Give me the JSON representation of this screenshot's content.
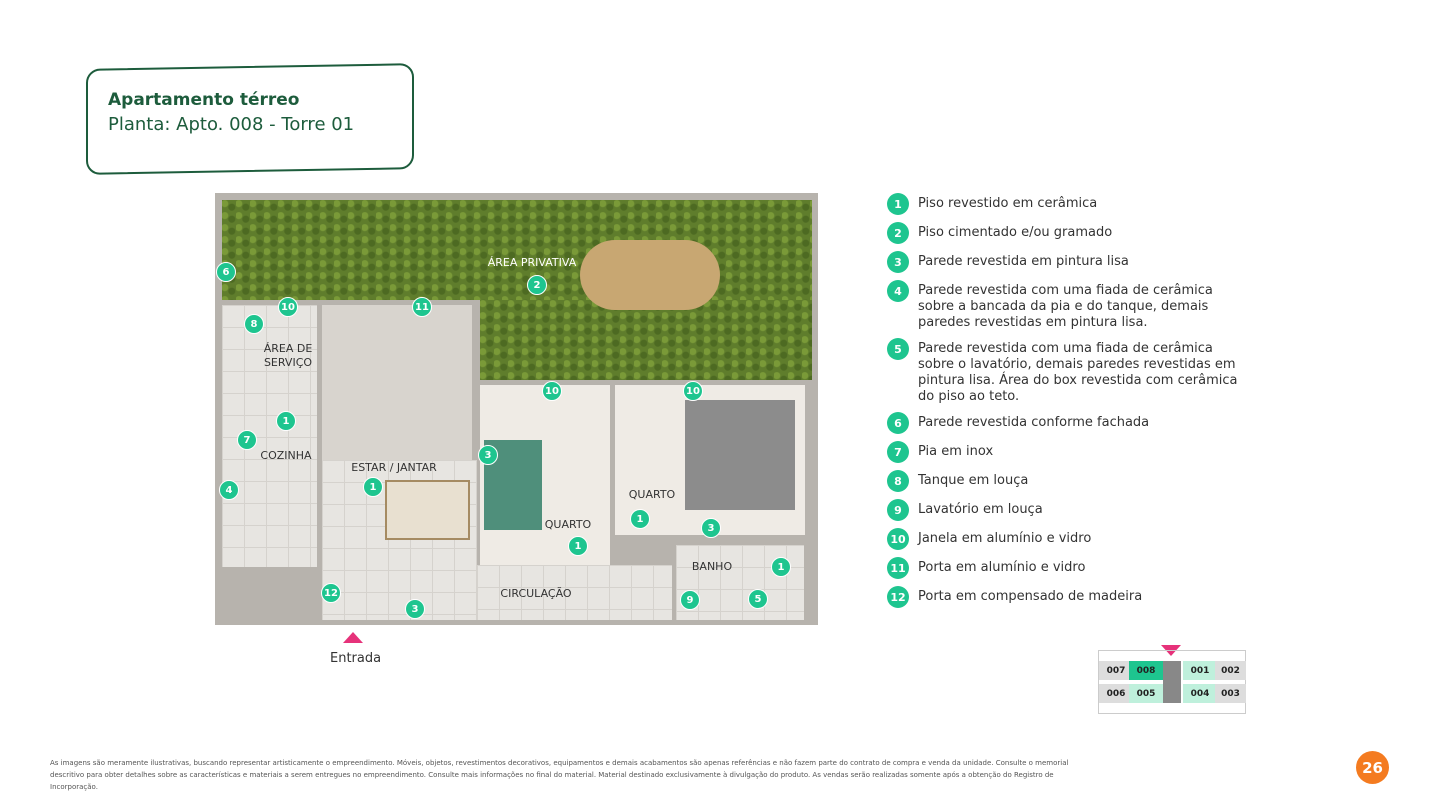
{
  "header": {
    "title": "Apartamento térreo",
    "subtitle": "Planta: Apto. 008 - Torre 01"
  },
  "plan": {
    "rooms": {
      "area_privativa": "ÁREA PRIVATIVA",
      "area_servico_1": "ÁREA DE",
      "area_servico_2": "SERVIÇO",
      "cozinha": "COZINHA",
      "estar": "ESTAR / JANTAR",
      "quarto1": "QUARTO",
      "quarto2": "QUARTO",
      "banho": "BANHO",
      "circulacao": "CIRCULAÇÃO"
    },
    "markers": [
      "6",
      "10",
      "11",
      "2",
      "8",
      "1",
      "7",
      "4",
      "1",
      "3",
      "10",
      "10",
      "1",
      "1",
      "3",
      "1",
      "12",
      "3",
      "9",
      "5"
    ],
    "entrance": "Entrada"
  },
  "legend": [
    {
      "n": "1",
      "text": "Piso revestido em cerâmica"
    },
    {
      "n": "2",
      "text": "Piso cimentado e/ou gramado"
    },
    {
      "n": "3",
      "text": "Parede revestida em pintura lisa"
    },
    {
      "n": "4",
      "text": "Parede revestida com uma fiada de cerâmica sobre a bancada da pia e do tanque, demais paredes revestidas em pintura lisa."
    },
    {
      "n": "5",
      "text": "Parede revestida com uma fiada de cerâmica sobre o lavatório, demais paredes revestidas em pintura lisa. Área do box revestida com cerâmica do piso ao teto."
    },
    {
      "n": "6",
      "text": "Parede revestida conforme fachada"
    },
    {
      "n": "7",
      "text": "Pia em inox"
    },
    {
      "n": "8",
      "text": "Tanque em louça"
    },
    {
      "n": "9",
      "text": "Lavatório em louça"
    },
    {
      "n": "10",
      "text": "Janela em alumínio e vidro"
    },
    {
      "n": "11",
      "text": "Porta em alumínio e vidro"
    },
    {
      "n": "12",
      "text": "Porta em compensado de madeira"
    }
  ],
  "key_plan": {
    "units": [
      "007",
      "008",
      "001",
      "002",
      "006",
      "005",
      "004",
      "003"
    ],
    "highlighted": "008"
  },
  "footer": {
    "disclaimer": "As imagens são meramente ilustrativas, buscando representar artisticamente o empreendimento. Móveis, objetos, revestimentos decorativos, equipamentos e demais acabamentos são apenas referências e não fazem parte do contrato de compra e venda da unidade. Consulte o memorial descritivo para obter detalhes sobre as características e materiais a serem entregues no empreendimento. Consulte mais informações no final do material. Material destinado exclusivamente à divulgação do produto. As vendas serão realizadas somente após a obtenção do Registro de Incorporação.",
    "page": "26"
  },
  "colors": {
    "brand_green": "#1d5c3c",
    "marker": "#1ec58f",
    "accent": "#e6327a",
    "page_badge": "#f47b20"
  }
}
